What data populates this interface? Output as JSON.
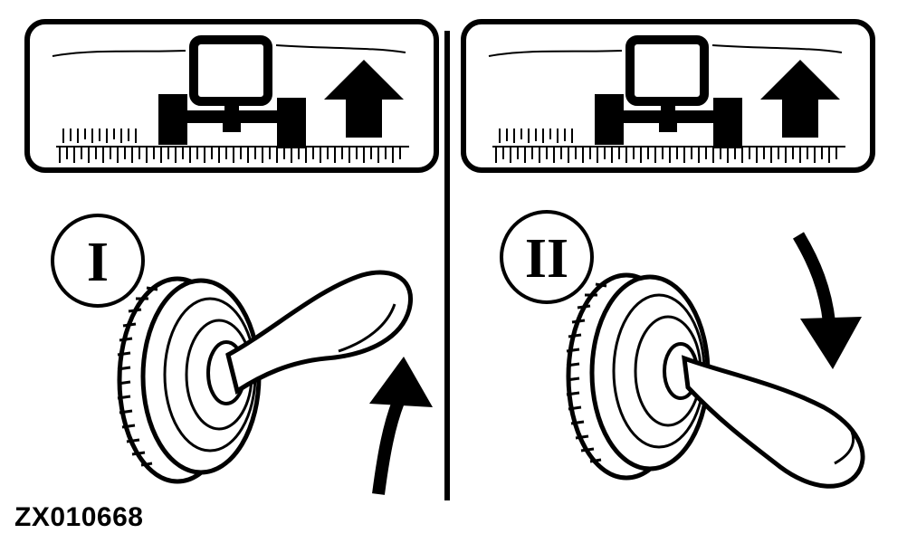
{
  "drawing_id": "ZX010668",
  "panels": [
    {
      "position_label": "I",
      "lever_state": "up",
      "arrow_direction": "up"
    },
    {
      "position_label": "II",
      "lever_state": "down",
      "arrow_direction": "down"
    }
  ],
  "colors": {
    "ink": "#000000",
    "paper": "#ffffff"
  }
}
